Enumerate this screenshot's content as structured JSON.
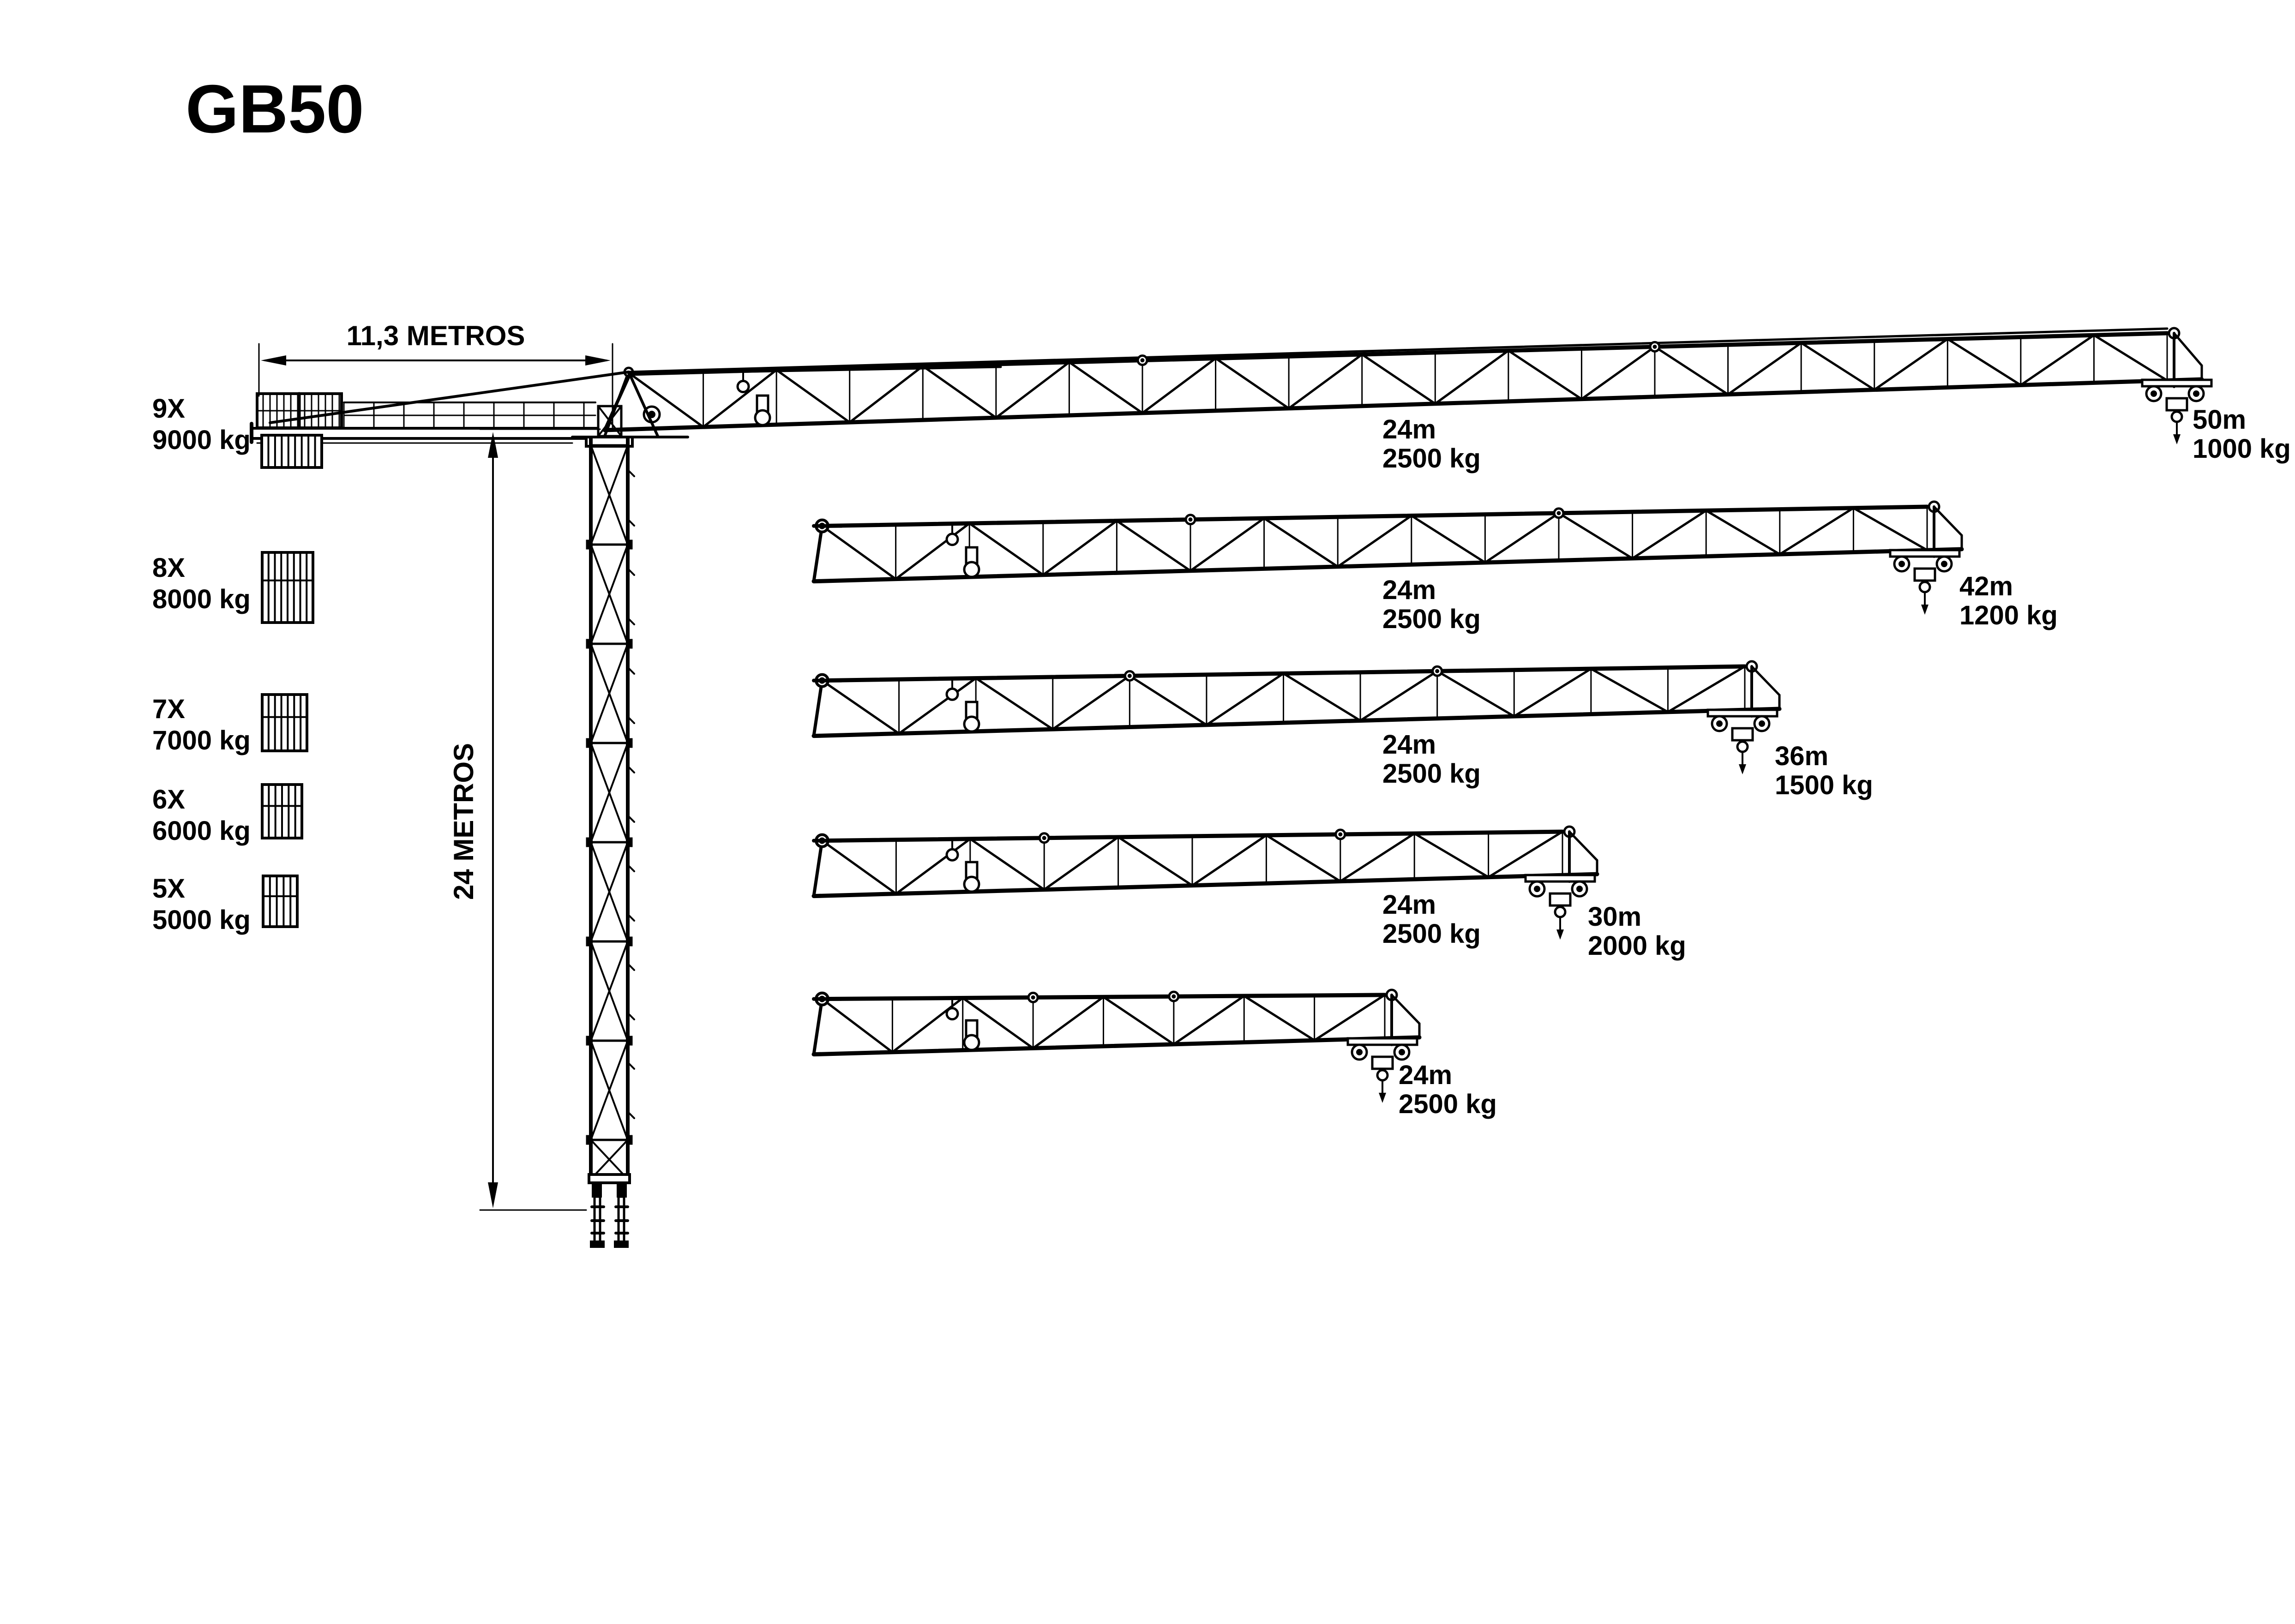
{
  "title": "GB50",
  "colors": {
    "ink": "#000000",
    "background": "#ffffff"
  },
  "dimensions": {
    "counterjib": "11,3 METROS",
    "tower": "24 METROS"
  },
  "counterweights": [
    {
      "count": "9X",
      "weight": "9000 kg",
      "slabs": 9
    },
    {
      "count": "8X",
      "weight": "8000 kg",
      "slabs": 8
    },
    {
      "count": "7X",
      "weight": "7000 kg",
      "slabs": 7
    },
    {
      "count": "6X",
      "weight": "6000 kg",
      "slabs": 6
    },
    {
      "count": "5X",
      "weight": "5000 kg",
      "slabs": 5
    }
  ],
  "configurations": [
    {
      "jib_length": "50m",
      "tip_capacity": "1000 kg",
      "mid_radius": "24m",
      "mid_capacity": "2500 kg"
    },
    {
      "jib_length": "42m",
      "tip_capacity": "1200 kg",
      "mid_radius": "24m",
      "mid_capacity": "2500 kg"
    },
    {
      "jib_length": "36m",
      "tip_capacity": "1500 kg",
      "mid_radius": "24m",
      "mid_capacity": "2500 kg"
    },
    {
      "jib_length": "30m",
      "tip_capacity": "2000 kg",
      "mid_radius": "24m",
      "mid_capacity": "2500 kg"
    },
    {
      "jib_length": "24m",
      "tip_capacity": "2500 kg"
    }
  ]
}
